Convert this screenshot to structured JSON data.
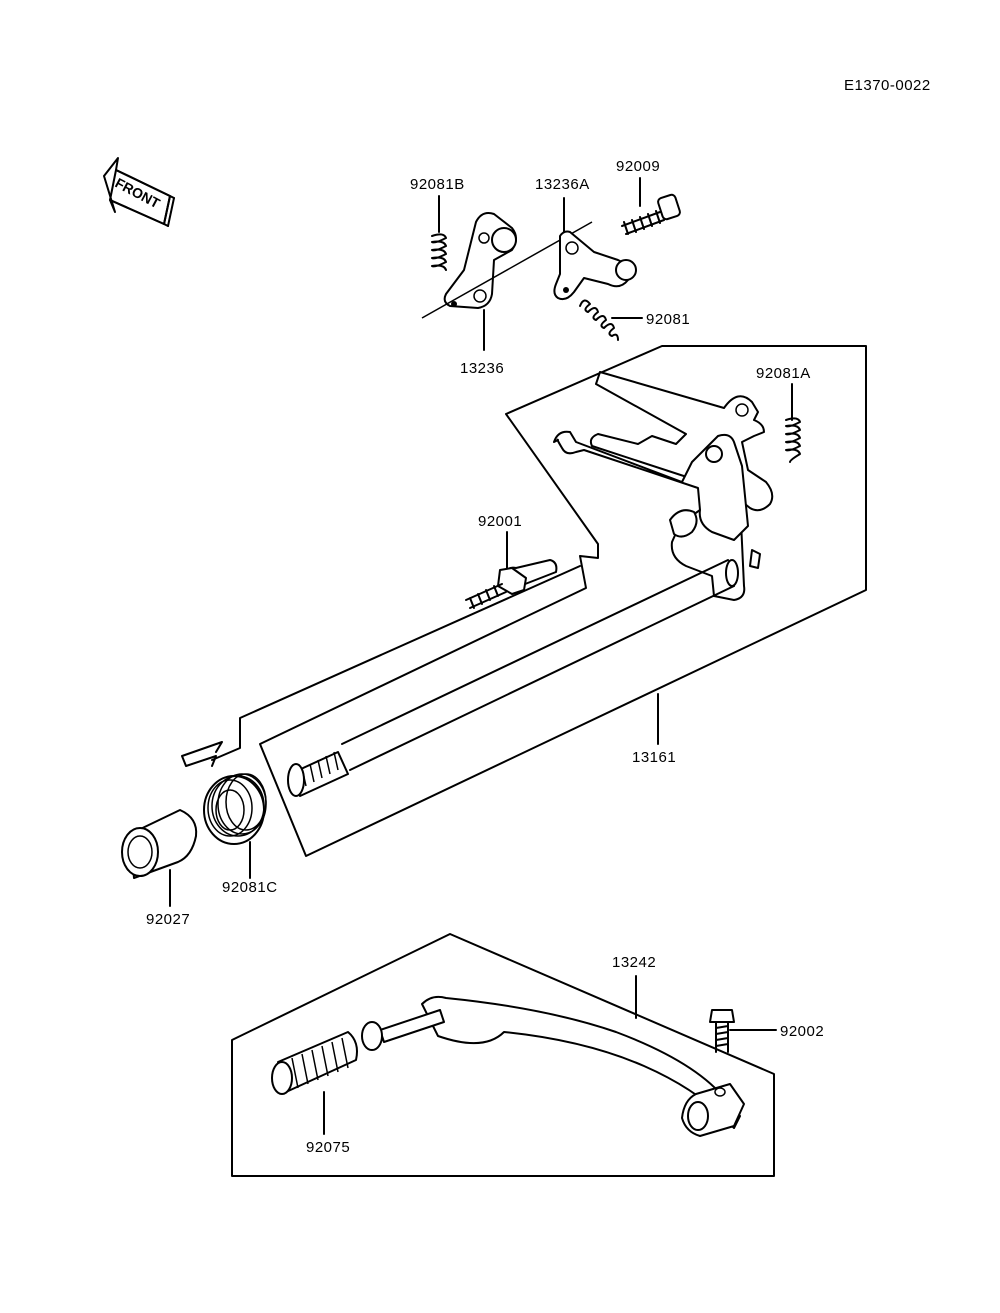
{
  "diagram_code": "E1370-0022",
  "front_label": "FRONT",
  "parts": {
    "p92081B": "92081B",
    "p13236A": "13236A",
    "p92009": "92009",
    "p92081": "92081",
    "p13236": "13236",
    "p92081A": "92081A",
    "p92001": "92001",
    "p13161": "13161",
    "p92081C": "92081C",
    "p92027": "92027",
    "p13242": "13242",
    "p92002": "92002",
    "p92075": "92075"
  }
}
